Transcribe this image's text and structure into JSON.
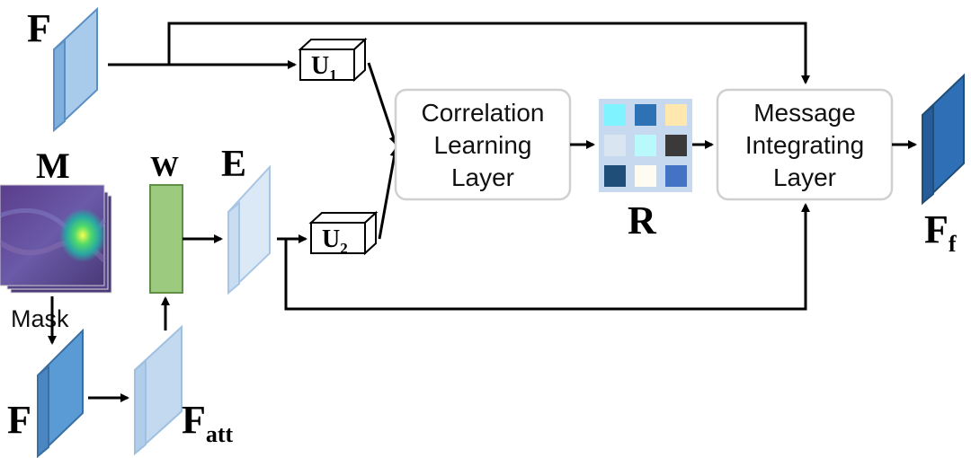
{
  "labels": {
    "F_top": "F",
    "M": "M",
    "W": "W",
    "E": "E",
    "mask": "Mask",
    "F_bottom": "F",
    "F_att_main": "F",
    "F_att_sub": "att",
    "U1_main": "U",
    "U1_sub": "1",
    "U2_main": "U",
    "U2_sub": "2",
    "R": "R",
    "Ff_main": "F",
    "Ff_sub": "f"
  },
  "correlation_layer": {
    "line1": "Correlation",
    "line2": "Learning",
    "line3": "Layer"
  },
  "message_layer": {
    "line1": "Message",
    "line2": "Integrating",
    "line3": "Layer"
  },
  "matrix_colors": [
    "#7ff3ff",
    "#2e72b5",
    "#ffe7ad",
    "#d9e6f2",
    "#b9f8fb",
    "#3a3a3a",
    "#1f4e79",
    "#fffbf0",
    "#4472c4"
  ],
  "colors": {
    "feature_blue": "#a9cbeb",
    "feature_light": "#dbe9f7",
    "output_blue": "#2e6fb5",
    "w_green": "#9ccb7f",
    "box_border": "#d0d0d0",
    "matrix_bg": "#c6d9ee"
  }
}
